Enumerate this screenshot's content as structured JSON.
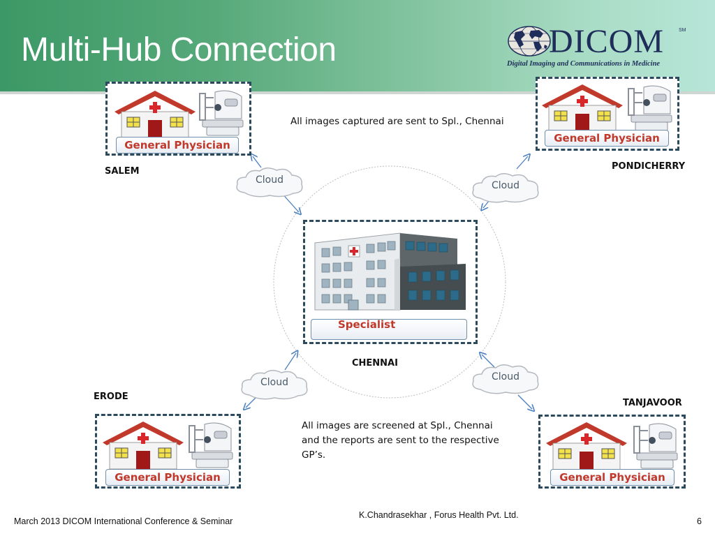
{
  "slide": {
    "title": "Multi-Hub Connection",
    "page_number": "6"
  },
  "logo": {
    "wordmark": "DICOM",
    "mark": "SM",
    "subtitle": "Digital Imaging and Communications in Medicine"
  },
  "hubs": [
    {
      "city": "SALEM",
      "label": "General Physician"
    },
    {
      "city": "PONDICHERRY",
      "label": "General Physician"
    },
    {
      "city": "ERODE",
      "label": "General Physician"
    },
    {
      "city": "TANJAVOOR",
      "label": "General Physician"
    }
  ],
  "center": {
    "label": "Specialist",
    "city": "CHENNAI"
  },
  "clouds": [
    "Cloud",
    "Cloud",
    "Cloud",
    "Cloud"
  ],
  "notes": {
    "top": "All images captured are sent to Spl., Chennai",
    "bottom": "All images are screened at Spl., Chennai and the reports are sent to the respective GP’s."
  },
  "footer": {
    "left": "March 2013 DICOM International Conference & Seminar",
    "center": "K.Chandrasekhar , Forus Health Pvt. Ltd."
  },
  "colors": {
    "header_green": "#3c9866",
    "dashed_border": "#2b4a5e",
    "label_red": "#c0392b",
    "arrow_blue": "#4a7fc0"
  }
}
